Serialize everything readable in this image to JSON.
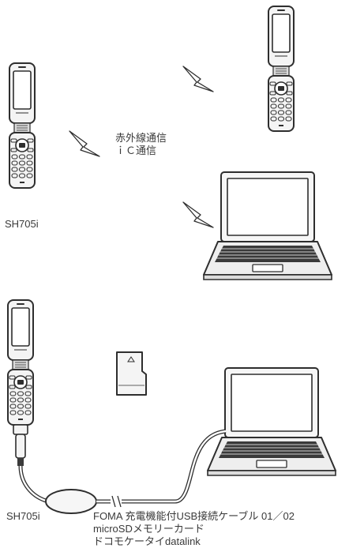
{
  "top_section": {
    "comm_label_line1": "赤外線通信",
    "comm_label_line2": "ｉＣ通信",
    "source_phone_model": "SH705i"
  },
  "bottom_section": {
    "phone_model": "SH705i",
    "cable_label": "FOMA 充電機能付USB接続ケーブル 01／02",
    "card_label": "microSDメモリーカード",
    "software_label": "ドコモケータイdatalink"
  }
}
